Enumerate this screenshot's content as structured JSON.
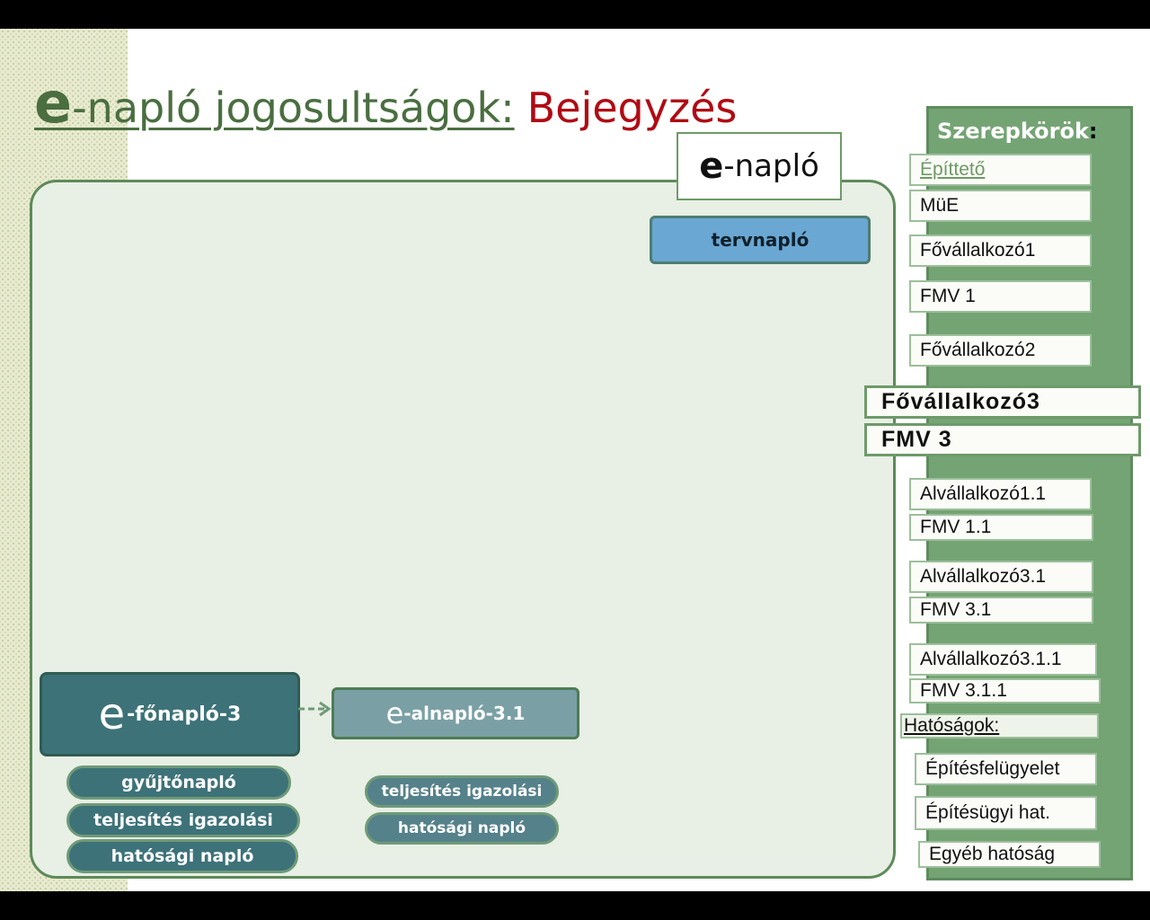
{
  "title": {
    "e": "e",
    "part1": "-napló jogosultságok:",
    "part2": "Bejegyzés"
  },
  "enaplo_label": {
    "e": "e",
    "rest": "-napló"
  },
  "tervnaplo": "tervnapló",
  "main_box": {
    "e": "e",
    "rest": "-főnapló-3"
  },
  "sub_box": {
    "e": "e",
    "rest": "-alnapló-3.1"
  },
  "main_pills": [
    "gyűjtőnapló",
    "teljesítés igazolási",
    "hatósági napló"
  ],
  "sub_pills": [
    "teljesítés igazolási",
    "hatósági napló"
  ],
  "panel": {
    "heading": "Szerepkörök",
    "colon": ":",
    "roles": [
      "Építtető",
      "MüE",
      "Fővállalkozó1",
      "FMV 1",
      "Fővállalkozó2",
      "Fővállalkozó3",
      "FMV 3",
      "Alvállalkozó1.1",
      "FMV 1.1",
      "Alvállalkozó3.1",
      "FMV 3.1",
      "Alvállalkozó3.1.1",
      "FMV 3.1.1"
    ],
    "authorities_label": "Hatóságok:",
    "authorities": [
      "Építésfelügyelet",
      "Építésügyi hat.",
      "Egyéb hatóság"
    ]
  },
  "colors": {
    "title_green": "#4a6e40",
    "title_red": "#b00a14",
    "panel_green": "#74a474",
    "main_box": "#3d7279",
    "tervnaplo": "#6aa7d3"
  }
}
